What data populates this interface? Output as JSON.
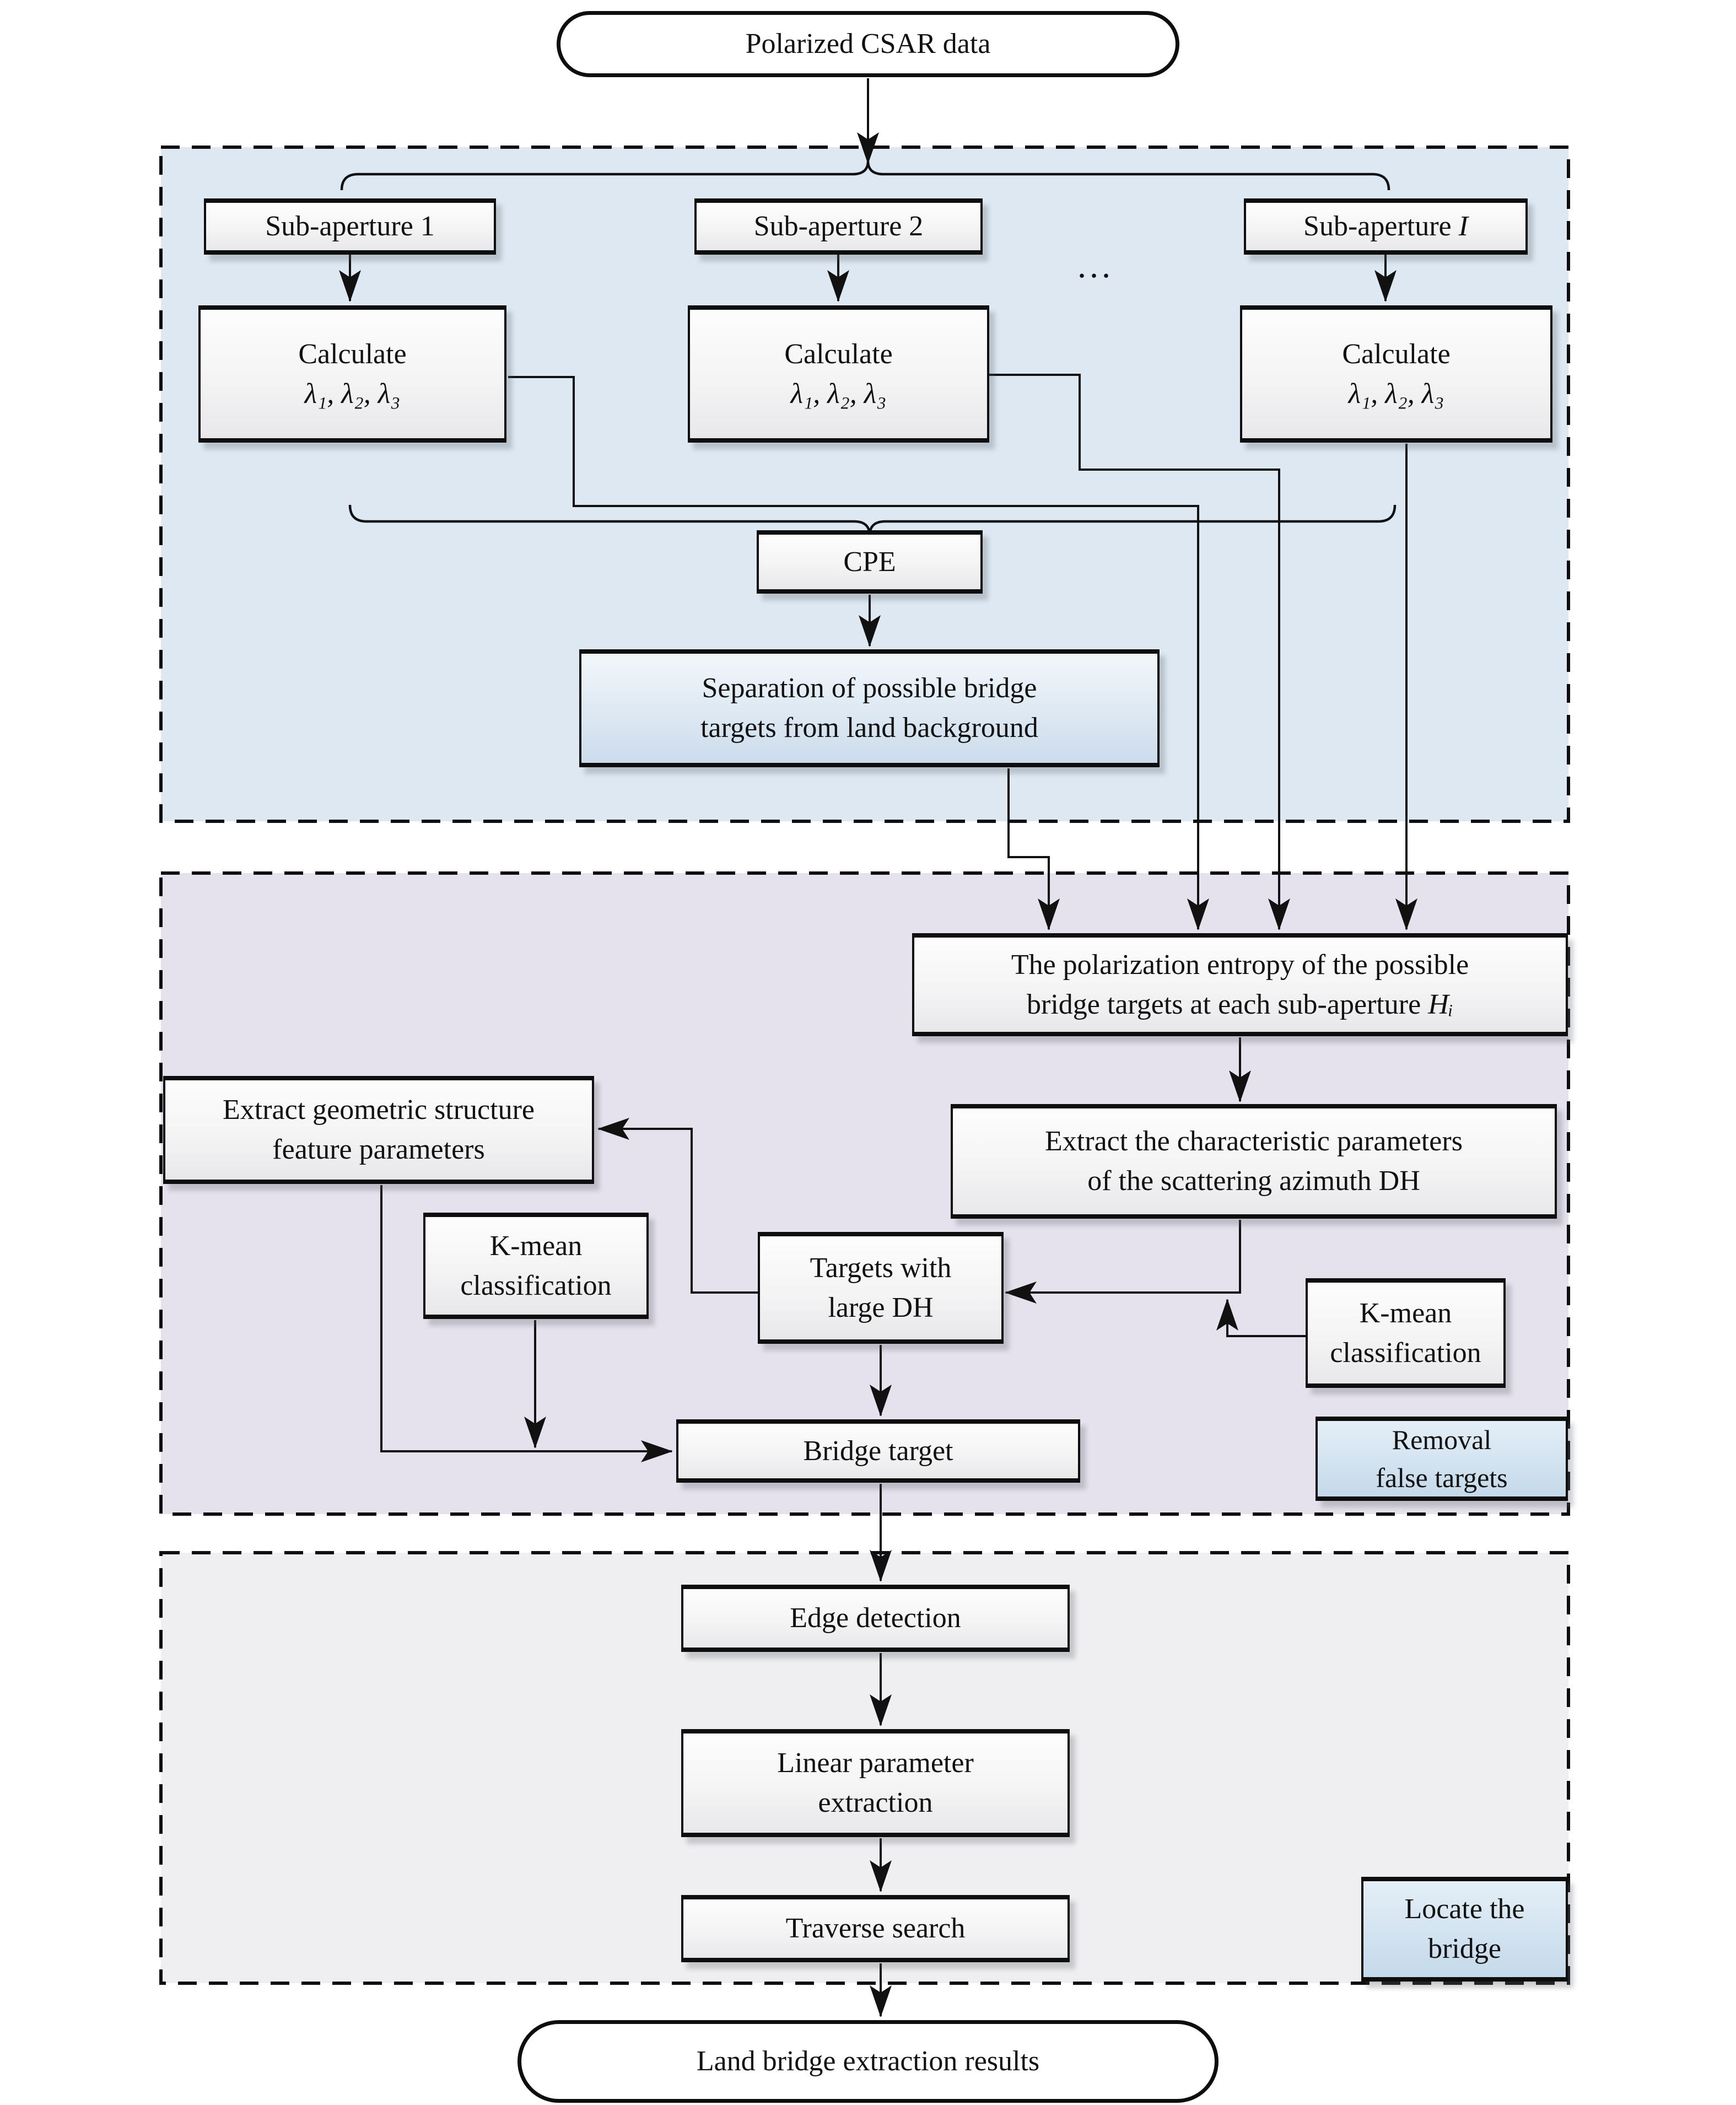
{
  "palette": {
    "canvas_bg": "#ffffff",
    "region1_bg": "#dde8f2",
    "region2_bg": "#e5e2ee",
    "region3_bg": "#efeff1",
    "box_top": "#fdfdfd",
    "box_bottom": "#e8e8ea",
    "blue_top": "#e4eff7",
    "blue_bottom": "#c4d9ea",
    "sep_top": "#f2f7fb",
    "sep_bottom": "#ccdcec",
    "line_color": "#111111",
    "border_color": "#0e0e0e",
    "text_color": "#111111"
  },
  "nodes": {
    "source": {
      "label": "Polarized CSAR data"
    },
    "sub_apertures": [
      {
        "prefix": "Sub-aperture ",
        "index": "1"
      },
      {
        "prefix": "Sub-aperture ",
        "index": "2"
      },
      {
        "prefix": "Sub-aperture ",
        "index": "I"
      }
    ],
    "dots": "...",
    "calculate": {
      "line1": "Calculate",
      "line2": "λ₁, λ₂, λ₃"
    },
    "cpe": {
      "label": "CPE"
    },
    "separation": {
      "line1": "Separation of possible bridge",
      "line2": "targets from land background"
    },
    "entropy": {
      "line1": "The polarization entropy of the possible",
      "line2": "bridge targets at each sub-aperture ",
      "symbol": "Hᵢ"
    },
    "extract_char": {
      "line1": "Extract the characteristic parameters",
      "line2": "of the scattering azimuth DH"
    },
    "extract_geo": {
      "line1": "Extract geometric structure",
      "line2": "feature parameters"
    },
    "kmean_left": {
      "line1": "K-mean",
      "line2": "classification"
    },
    "kmean_right": {
      "line1": "K-mean",
      "line2": "classification"
    },
    "targets": {
      "line1": "Targets with",
      "line2": "large DH"
    },
    "bridge": {
      "label": "Bridge target"
    },
    "removal": {
      "line1": "Removal",
      "line2": "false targets"
    },
    "edge": {
      "label": "Edge detection"
    },
    "linear": {
      "line1": "Linear parameter",
      "line2": "extraction"
    },
    "traverse": {
      "label": "Traverse search"
    },
    "locate": {
      "line1": "Locate the",
      "line2": "bridge"
    },
    "result": {
      "label": "Land bridge extraction results"
    }
  }
}
